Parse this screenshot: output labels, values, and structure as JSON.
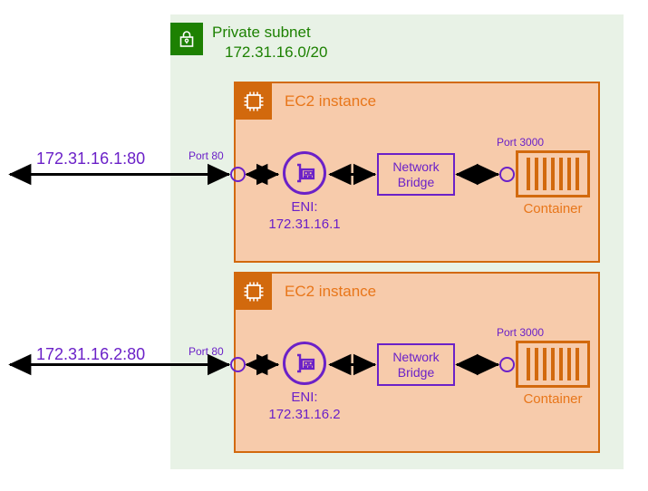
{
  "diagram": {
    "subnet": {
      "icon": "lock-icon",
      "title": "Private subnet",
      "cidr": "172.31.16.0/20",
      "color": "#1d8102",
      "background": "#e8f2e6"
    },
    "colors": {
      "orange_border": "#d2690d",
      "orange_fill": "#f7cbab",
      "orange_text": "#e8761a",
      "purple": "#6b21c8",
      "green": "#1d8102",
      "arrow": "#000000"
    },
    "instances": [
      {
        "header_icon": "cpu-chip-icon",
        "header_title": "EC2 instance",
        "external_ip": "172.31.16.1:80",
        "port_in_label": "Port 80",
        "eni_icon": "network-interface-icon",
        "eni_title": "ENI:",
        "eni_ip": "172.31.16.1",
        "bridge_line1": "Network",
        "bridge_line2": "Bridge",
        "port_out_label": "Port 3000",
        "container_label": "Container",
        "container_bars": 7
      },
      {
        "header_icon": "cpu-chip-icon",
        "header_title": "EC2 instance",
        "external_ip": "172.31.16.2:80",
        "port_in_label": "Port 80",
        "eni_icon": "network-interface-icon",
        "eni_title": "ENI:",
        "eni_ip": "172.31.16.2",
        "bridge_line1": "Network",
        "bridge_line2": "Bridge",
        "port_out_label": "Port 3000",
        "container_label": "Container",
        "container_bars": 7
      }
    ]
  }
}
